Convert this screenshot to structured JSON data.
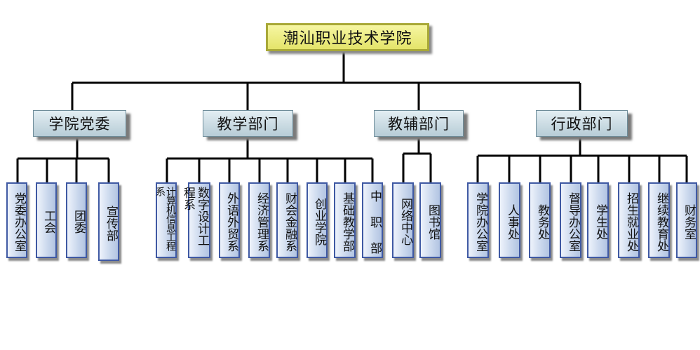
{
  "root": "潮汕职业技术学院",
  "categories": [
    {
      "label": "学院党委",
      "children": [
        "党委办公室",
        "工会",
        "团委",
        "宣传部"
      ]
    },
    {
      "label": "教学部门",
      "children": [
        "计算机信息工程系",
        "数字设计工程系",
        "外语外贸系",
        "经济管理系",
        "财会金融系",
        "创业学院",
        "基础教学部",
        "中 职 部"
      ]
    },
    {
      "label": "教辅部门",
      "children": [
        "网络中心",
        "图书馆"
      ]
    },
    {
      "label": "行政部门",
      "children": [
        "学院办公室",
        "人事处",
        "教务处",
        "督导办公室",
        "学生处",
        "招生就业处",
        "继续教育处",
        "财务室"
      ]
    }
  ],
  "colors": {
    "root_fill": "#e9e977",
    "category_fill": "#c9dbe3",
    "leaf_fill": "#c8d6ec",
    "leaf_border": "#3f59a3",
    "line": "#000000"
  }
}
